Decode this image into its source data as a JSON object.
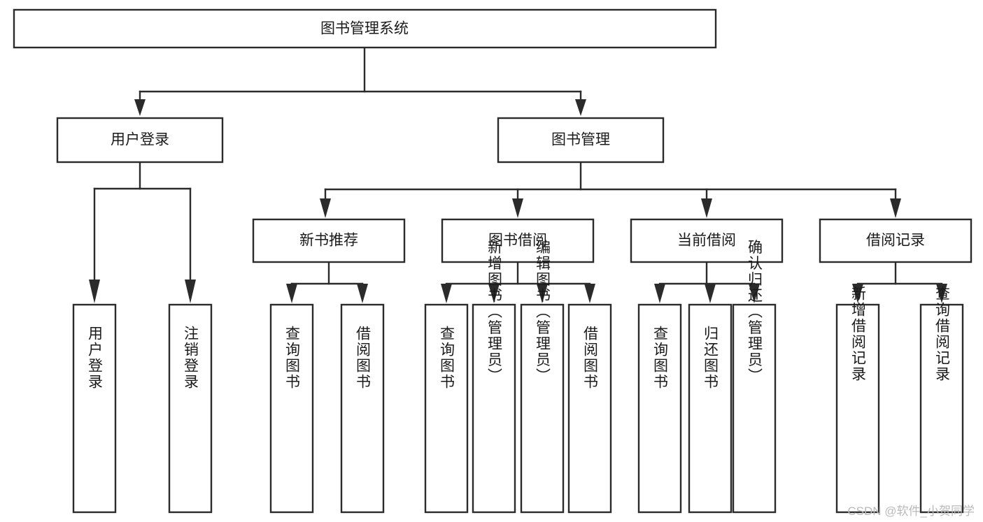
{
  "diagram": {
    "type": "tree-hierarchy",
    "title": "图书管理系统",
    "watermark": "CSDN @软件_小贺同学",
    "colors": {
      "stroke": "#2b2b2b",
      "fill": "#ffffff",
      "text": "#1a1a1a",
      "watermark": "#b9b9b9"
    },
    "levels": {
      "root": {
        "label": "图书管理系统"
      },
      "level2": [
        {
          "label": "用户登录"
        },
        {
          "label": "图书管理"
        }
      ],
      "level3": [
        {
          "label": "新书推荐"
        },
        {
          "label": "图书借阅"
        },
        {
          "label": "当前借阅"
        },
        {
          "label": "借阅记录"
        }
      ],
      "leaves_user_login": [
        {
          "label": "用户登录"
        },
        {
          "label": "注销登录"
        }
      ],
      "leaves_new_book": [
        {
          "label": "查询图书"
        },
        {
          "label": "借阅图书"
        }
      ],
      "leaves_borrow": [
        {
          "label": "查询图书"
        },
        {
          "label": "新增图书（管理员）"
        },
        {
          "label": "编辑图书（管理员）"
        },
        {
          "label": "借阅图书"
        }
      ],
      "leaves_current": [
        {
          "label": "查询图书"
        },
        {
          "label": "归还图书"
        },
        {
          "label": "确认归还（管理员）"
        }
      ],
      "leaves_record": [
        {
          "label": "新增借阅记录"
        },
        {
          "label": "查询借阅记录"
        }
      ]
    }
  }
}
